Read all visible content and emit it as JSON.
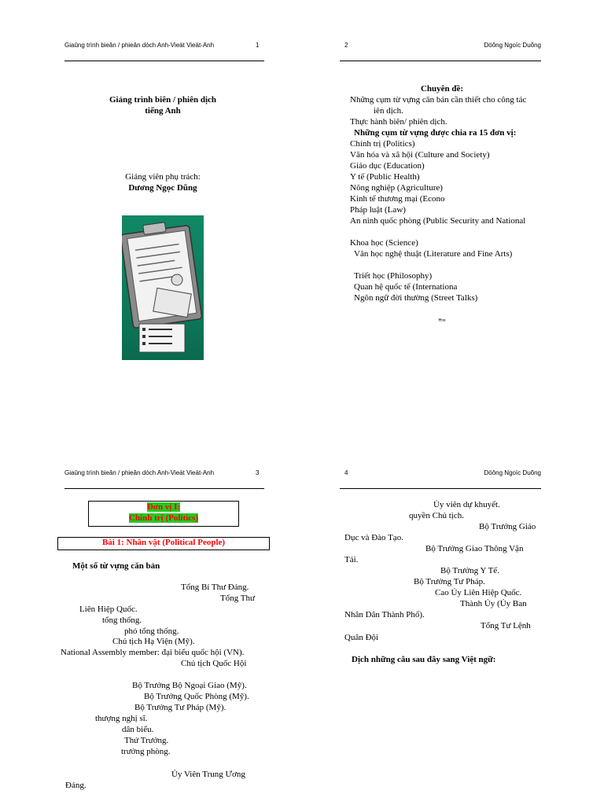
{
  "page1": {
    "header_left": "Giaûng trình bieân / phieân dòch Anh-Vieät Vieät-Anh",
    "page_number": "1",
    "title_line1": "Giảng trình biên / phiên dịch",
    "title_line2": "tiếng Anh",
    "lecturer_label": "Giảng viên phụ trách:",
    "lecturer_name": "Dương Ngọc Dũng"
  },
  "page2": {
    "page_number": "2",
    "header_right": "Döông Ngoïc Duõng",
    "topic_heading": "Chuyên đề:",
    "topic_line1": "Những cụm từ vựng căn bản cần thiết cho công tác",
    "topic_line2": "iên dịch.",
    "practice": "Thực hành biên/ phiên dịch.",
    "units_heading": "Những cụm từ vựng được chia ra 15 đơn vị:",
    "units": [
      "Chính trị (Politics)",
      "Văn hóa và xã hội (Culture and Society)",
      "Giáo dục (Education)",
      "Y tế (Public Health)",
      "Nông nghiệp (Agriculture)",
      "Kinh tế thương mại (Econo",
      "Pháp luật (Law)",
      "An ninh quốc phòng (Public Security and National",
      "Khoa học (Science)",
      "Văn học nghệ thuật (Literature and Fine Arts)",
      "Triết học (Philosophy)",
      "Quan hệ quốc tế (Internationa",
      "Ngôn ngữ đời thường (Street Talks)"
    ],
    "ornament": "ꟸꟹ"
  },
  "page3": {
    "header_left": "Giaûng trình bieân / phieân dòch Anh-Vieät Vieät-Anh",
    "page_number": "3",
    "unit_line1": "Đơn vị I:",
    "unit_line2": "Chính trị (Politics)",
    "lesson": "Bài 1: Nhân vật (Political People)",
    "vocab_heading": "Một số từ vựng căn bản",
    "lines": [
      "Tổng Bí Thư Đảng.",
      "Tổng Thư",
      "Liên Hiệp Quốc.",
      "tổng thống.",
      "phó tổng thống.",
      "Chủ tịch Hạ Viện (Mỹ).",
      "National Assembly member: đại biểu quốc hội (VN).",
      "Chủ tịch Quốc Hội",
      "Bộ Trưởng Bộ Ngoại Giao (Mỹ).",
      "Bộ Trưởng Quốc Phòng (Mỹ).",
      "Bộ Trưởng Tư Pháp (Mỹ).",
      "thượng nghị sĩ.",
      "dân biểu.",
      "Thứ Trưởng.",
      "trưởng phòng.",
      "Ủy Viên Trung Ương",
      "Đảng."
    ]
  },
  "page4": {
    "page_number": "4",
    "header_right": "Döông Ngoïc Duõng",
    "lines": [
      "Ủy viên dự khuyết.",
      "quyền Chủ tịch.",
      "Bộ Trưởng Giáo",
      "Dục và Đào Tạo.",
      "Bộ Trưởng Giao Thông Vận",
      "Tải.",
      "Bộ Trưởng Y Tế.",
      "Bộ Trưởng Tư Pháp.",
      "Cao Ủy Liên Hiệp Quốc.",
      "Thành Ủy (Ủy Ban",
      "Nhân Dân Thành Phố).",
      "Tổng Tư Lệnh",
      "Quân Đội"
    ],
    "translate_heading": "Dịch những câu sau đây sang Việt ngữ:"
  },
  "colors": {
    "unit_bg": "#22cc22",
    "lesson_text": "#ff0000",
    "unit_text": "#ff0000"
  }
}
